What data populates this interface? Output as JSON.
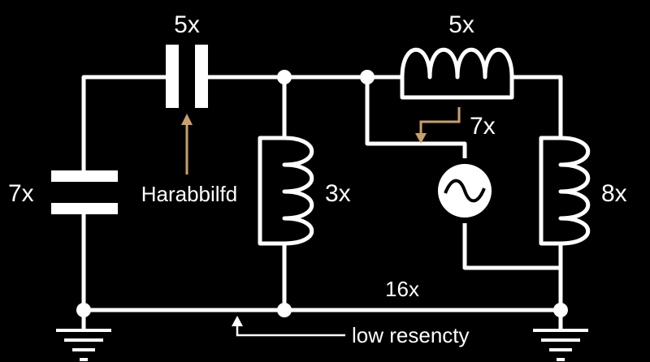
{
  "labels": {
    "capacitor_top": "5x",
    "capacitor_left": "7x",
    "inductor_middle": "3x",
    "inductor_top": "5x",
    "source_tap": "7x",
    "inductor_right": "8x",
    "bottom_wire": "16x",
    "annotation_cap": "Harabbilfd",
    "annotation_ground": "low resencty"
  },
  "colors": {
    "background": "#000000",
    "wire": "#ffffff",
    "annotation": "#c9a06a"
  },
  "icons": [
    "ground-icon",
    "ac-source-icon",
    "arrow-up-icon",
    "arrow-down-icon"
  ]
}
